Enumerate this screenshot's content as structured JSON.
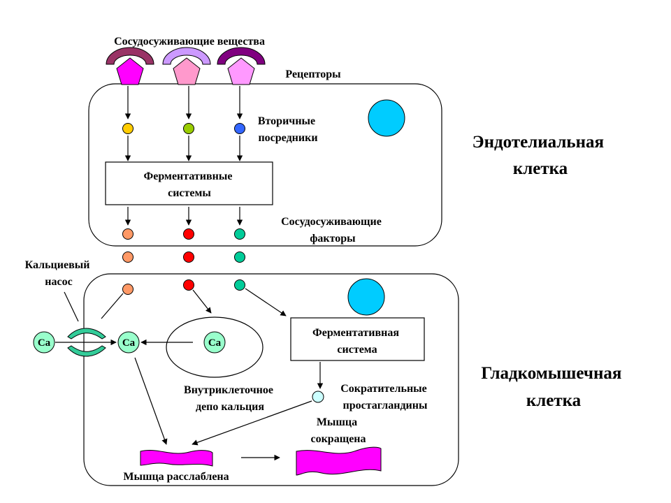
{
  "labels": {
    "vasoconstrictors": "Сосудосуживающие вещества",
    "receptors": "Рецепторы",
    "second_messengers": [
      "Вторичные",
      "посредники"
    ],
    "enzyme_systems": [
      "Ферментативные",
      "системы"
    ],
    "vasoconstrictor_factors": [
      "Сосудосуживающие",
      "факторы"
    ],
    "endothelial_cell": [
      "Эндотелиальная",
      "клетка"
    ],
    "calcium_pump": [
      "Кальциевый",
      "насос"
    ],
    "enzyme_system": [
      "Ферментативная",
      "система"
    ],
    "calcium_depot": [
      "Внутриклеточное",
      "депо кальция"
    ],
    "contractile_prostaglandins": [
      "Сократительные",
      "простагландины"
    ],
    "muscle_contracted": [
      "Мышца",
      "сокращена"
    ],
    "muscle_relaxed": "Мышца расслаблена",
    "smooth_muscle_cell": [
      "Гладкомышечная",
      "клетка"
    ],
    "calcium_symbol": "Ca"
  },
  "colors": {
    "agonist_1": "#993366",
    "agonist_2": "#cc99ff",
    "agonist_3": "#800080",
    "receptor_1": "#ff00ff",
    "receptor_2": "#ff99cc",
    "receptor_3": "#ff99ff",
    "messenger_1": "#ffcc00",
    "messenger_2": "#99cc00",
    "messenger_3": "#3366ff",
    "factor_1": "#ff9966",
    "factor_2": "#ff0000",
    "factor_3": "#00cc99",
    "nucleus": "#00ccff",
    "calcium": "#99ffcc",
    "pump": "#33cc99",
    "prostaglandin": "#ccffff",
    "muscle": "#ff00ff"
  }
}
